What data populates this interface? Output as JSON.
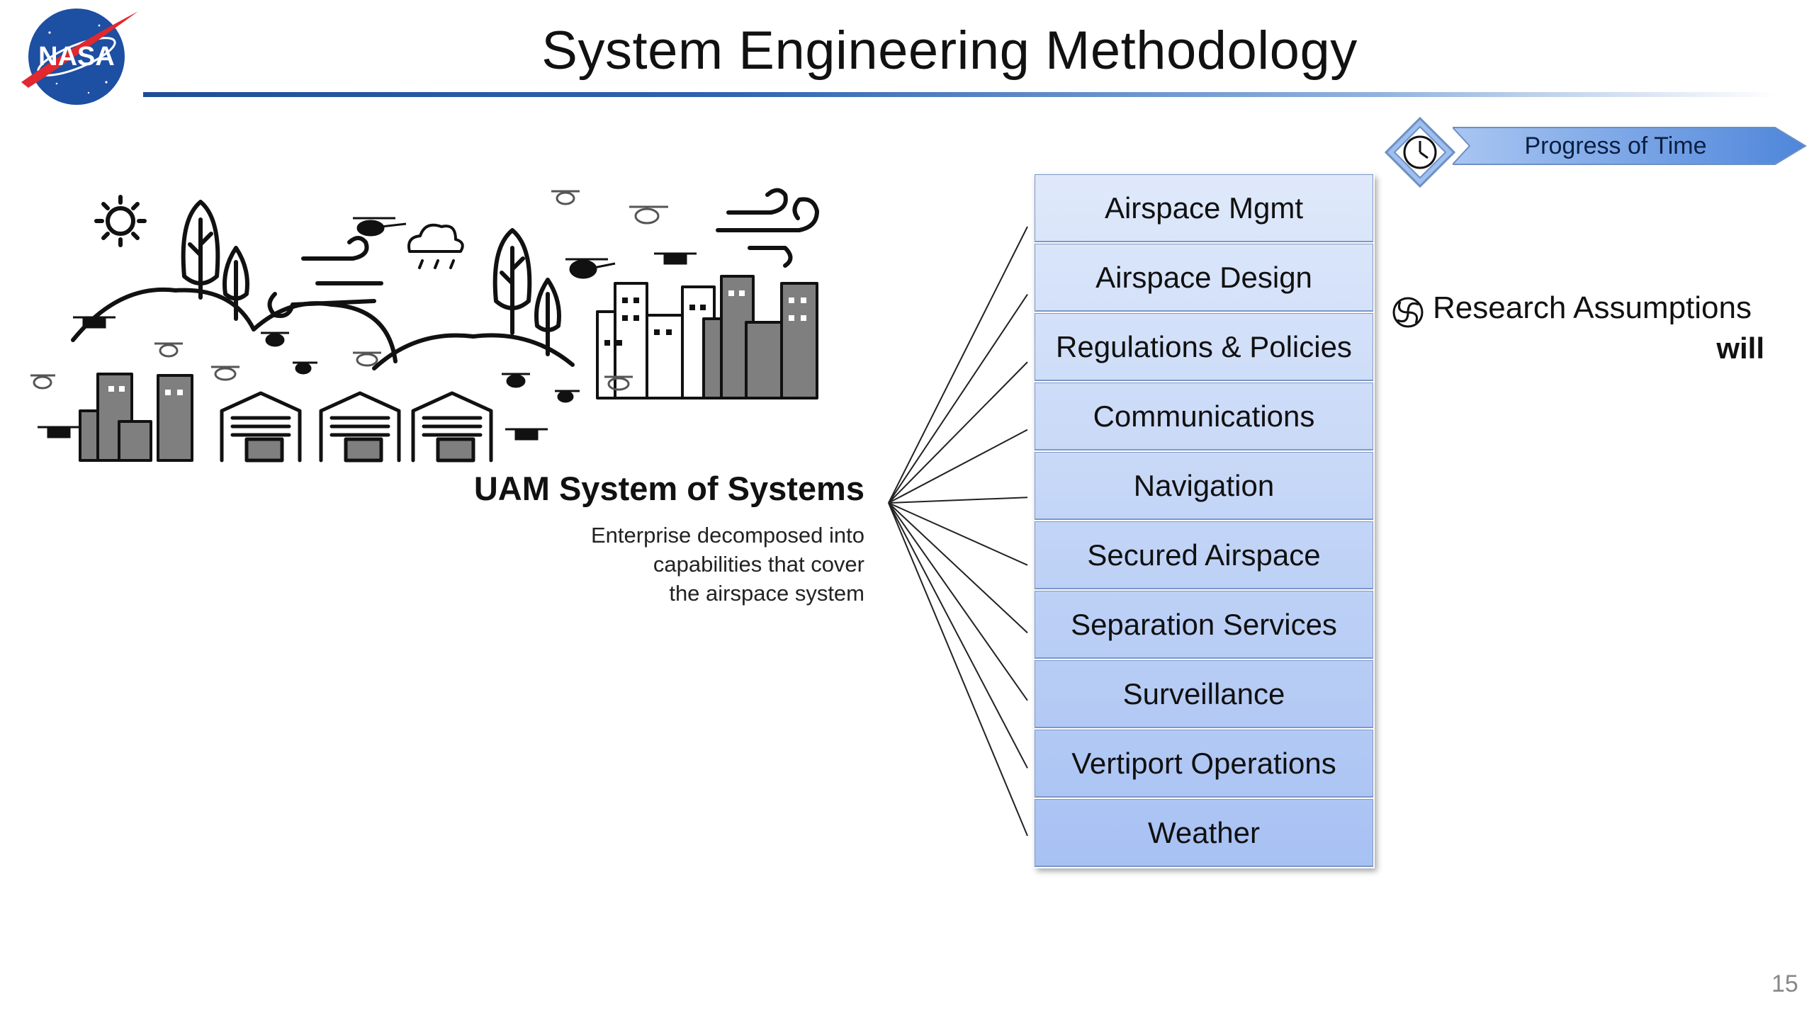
{
  "logo": {
    "text": "NASA"
  },
  "title": "System Engineering Methodology",
  "timeline": {
    "label": "Progress of Time",
    "icon": "clock-icon"
  },
  "system": {
    "title": "UAM System of Systems",
    "description": [
      "Enterprise decomposed into",
      "capabilities that cover",
      "the airspace system"
    ]
  },
  "capabilities": [
    "Airspace Mgmt",
    "Airspace Design",
    "Regulations & Policies",
    "Communications",
    "Navigation",
    "Secured Airspace",
    "Separation Services",
    "Surveillance",
    "Vertiport Operations",
    "Weather"
  ],
  "research": {
    "icon": "swirl-icon",
    "label": "Research Assumptions",
    "trailing": "will"
  },
  "page_number": "15",
  "colors": {
    "title_rule": "#1f4e95",
    "capability_top": "#dfe9fa",
    "capability_bottom": "#a7c1f3",
    "capability_border": "#7c97c9",
    "arrow": "#5b8fdc"
  }
}
